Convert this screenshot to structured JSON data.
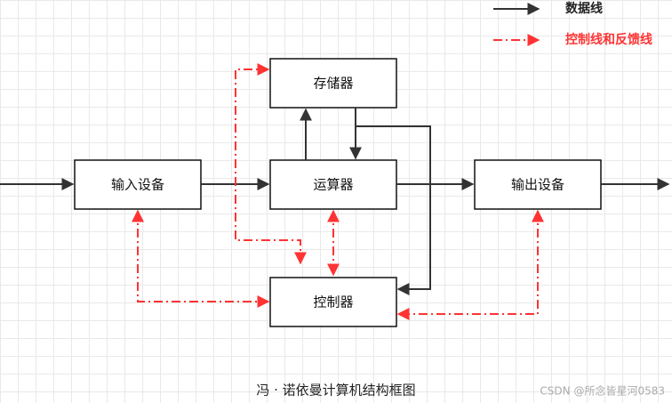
{
  "legend": {
    "data_line": "数据线",
    "control_line": "控制线和反馈线"
  },
  "nodes": {
    "memory": "存储器",
    "alu": "运算器",
    "input": "输入设备",
    "output": "输出设备",
    "control": "控制器"
  },
  "caption": "冯 · 诺依曼计算机结构框图",
  "watermark": "CSDN @所念皆星河0583",
  "colors": {
    "data_line": "#333333",
    "control_line": "#ff3333",
    "box_border": "#111111",
    "grid": "#e9e9e9"
  }
}
